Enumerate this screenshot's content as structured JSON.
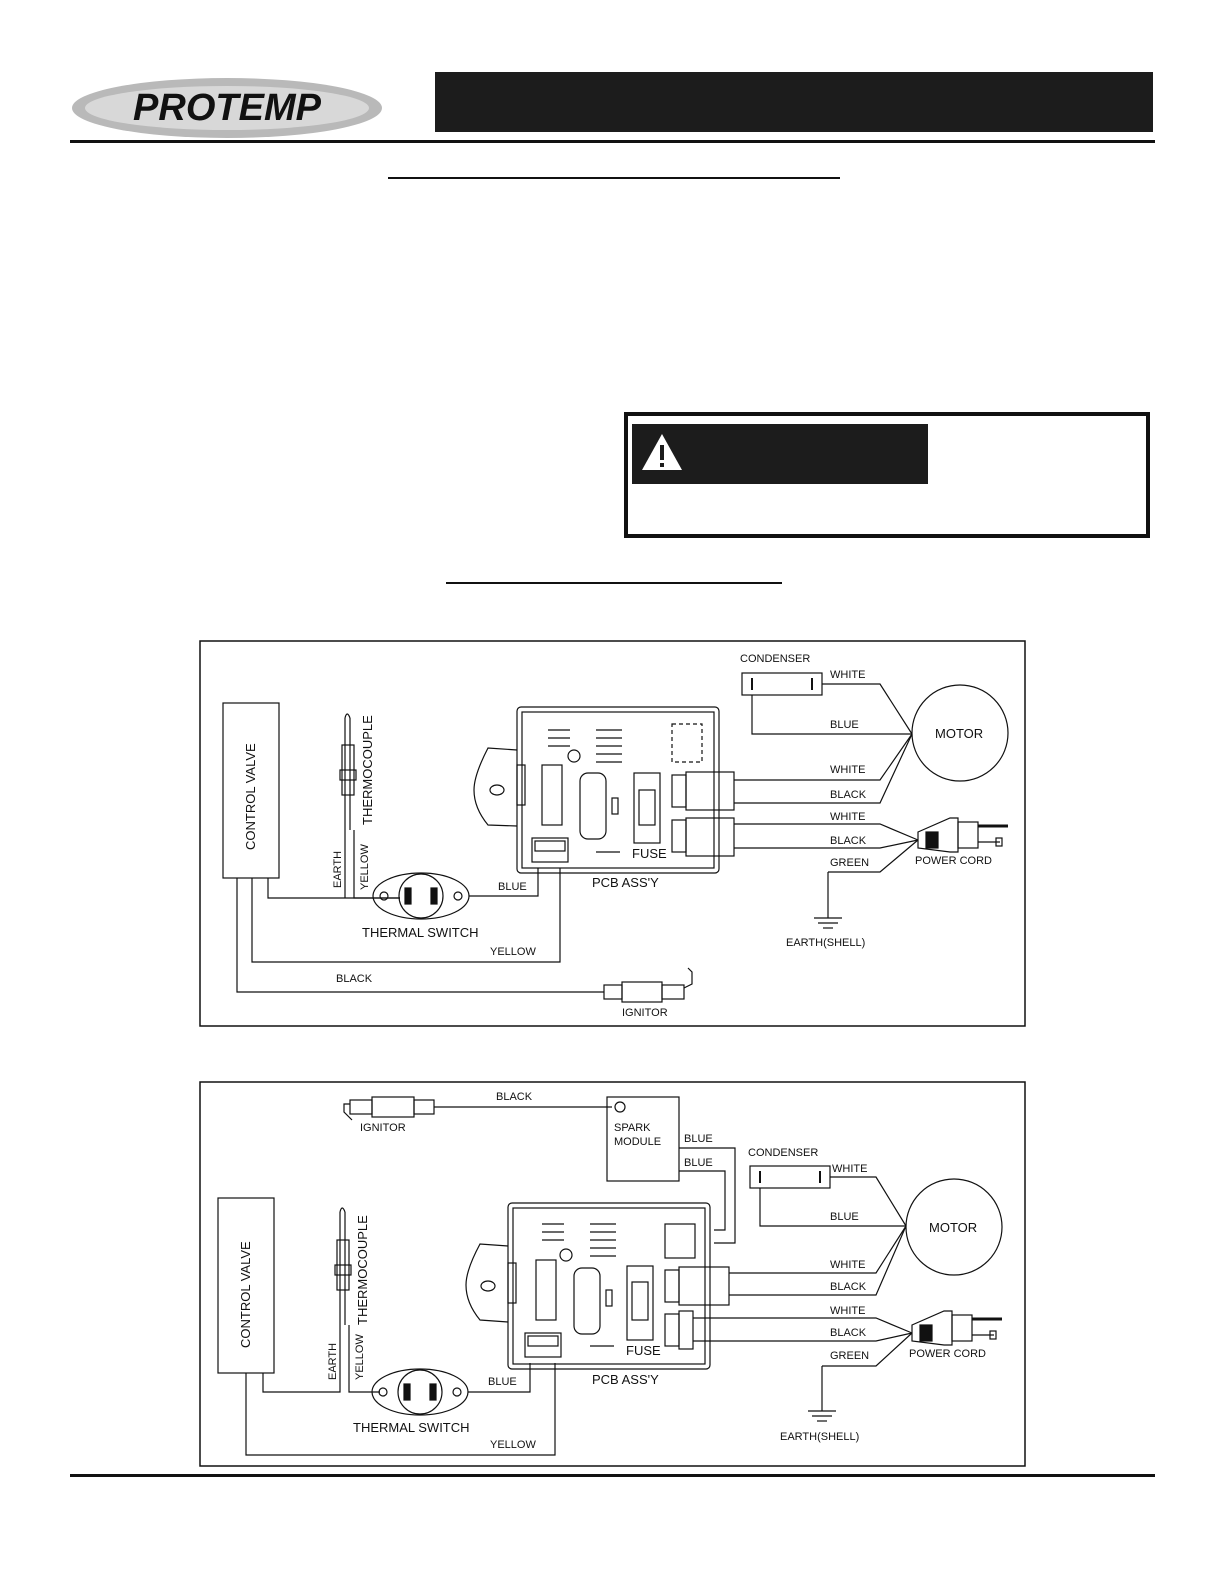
{
  "brand": {
    "name": "PROTEMP"
  },
  "diagram_a": {
    "control_valve": "CONTROL VALVE",
    "thermocouple": "THERMOCOUPLE",
    "earth": "EARTH",
    "yellow_a": "YELLOW",
    "thermal_switch": "THERMAL SWITCH",
    "blue_to_pcb": "BLUE",
    "yellow_b": "YELLOW",
    "black_ignitor": "BLACK",
    "ignitor": "IGNITOR",
    "pcb": "PCB ASS'Y",
    "fuse": "FUSE",
    "condenser": "CONDENSER",
    "white_condenser": "WHITE",
    "blue_condenser": "BLUE",
    "motor": "MOTOR",
    "white_motor": "WHITE",
    "black_motor": "BLACK",
    "white_power": "WHITE",
    "black_power": "BLACK",
    "green_power": "GREEN",
    "power_cord": "POWER CORD",
    "earth_shell": "EARTH(SHELL)"
  },
  "diagram_b": {
    "ignitor": "IGNITOR",
    "black_ignitor": "BLACK",
    "spark_module": "SPARK",
    "spark_module_2": "MODULE",
    "blue_1": "BLUE",
    "blue_2": "BLUE",
    "condenser": "CONDENSER",
    "white_condenser": "WHITE",
    "blue_condenser": "BLUE",
    "motor": "MOTOR",
    "control_valve": "CONTROL VALVE",
    "thermocouple": "THERMOCOUPLE",
    "earth": "EARTH",
    "yellow_a": "YELLOW",
    "thermal_switch": "THERMAL SWITCH",
    "blue_to_pcb": "BLUE",
    "yellow_b": "YELLOW",
    "pcb": "PCB ASS'Y",
    "fuse": "FUSE",
    "white_motor": "WHITE",
    "black_motor": "BLACK",
    "white_power": "WHITE",
    "black_power": "BLACK",
    "green_power": "GREEN",
    "power_cord": "POWER CORD",
    "earth_shell": "EARTH(SHELL)"
  },
  "colors": {
    "ink": "#111111",
    "bar": "#1c1c1c"
  }
}
